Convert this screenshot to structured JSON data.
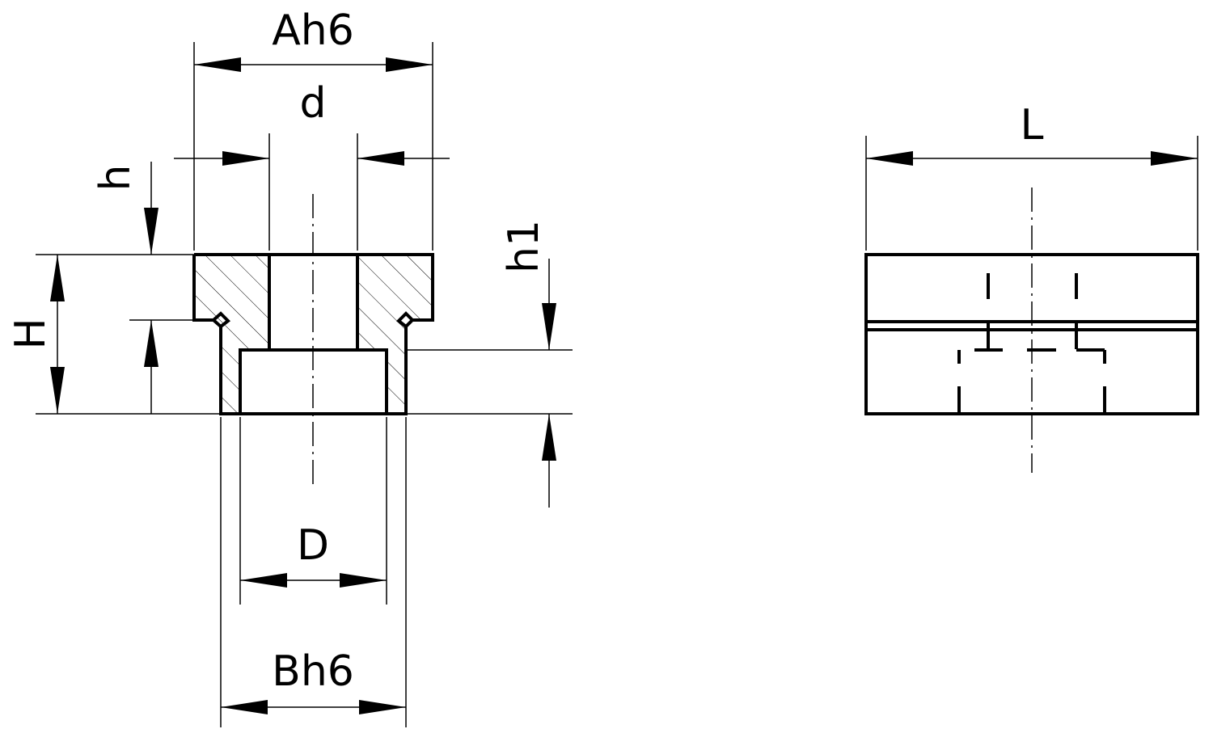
{
  "labels": {
    "A": "Ah6",
    "d": "d",
    "h": "h",
    "H": "H",
    "h1": "h1",
    "D": "D",
    "B": "Bh6",
    "L": "L"
  }
}
